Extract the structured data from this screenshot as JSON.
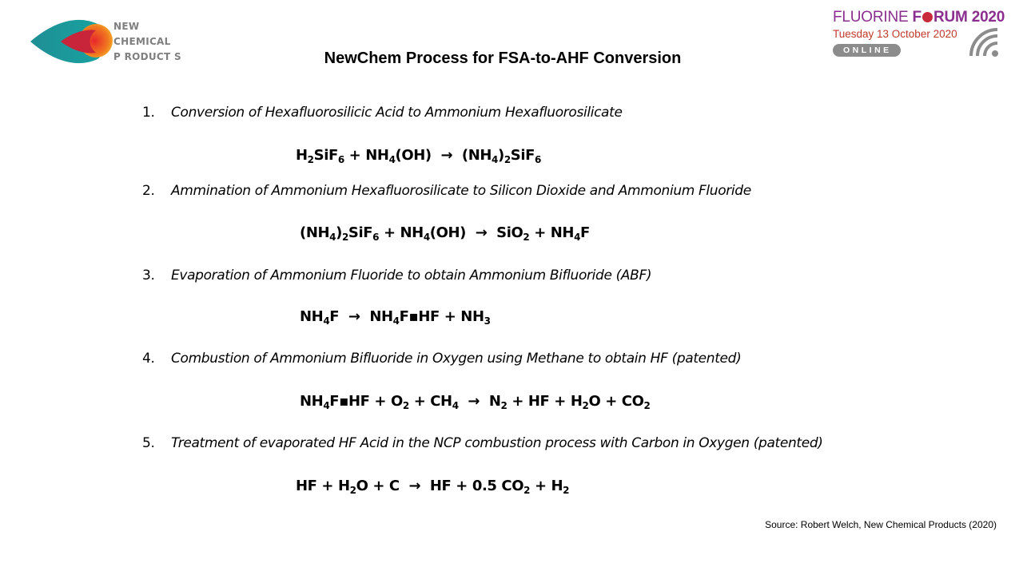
{
  "logo": {
    "lines": [
      "NEW",
      "CHEMICAL",
      "P RODUCT S"
    ]
  },
  "forum": {
    "title_part1": "FLUORINE ",
    "title_part2": "F",
    "title_part3": "RUM 2020",
    "date": "Tuesday 13 October 2020",
    "badge": "ONLINE"
  },
  "colors": {
    "teal": "#1e9b9b",
    "red": "#d62b35",
    "orange": "#f5a623",
    "purple": "#8b2f8f"
  },
  "title": "NewChem Process for FSA-to-AHF Conversion",
  "steps": [
    {
      "num": "1.",
      "text": "Conversion of Hexafluorosilicic Acid to Ammonium Hexafluorosilicate"
    },
    {
      "num": "2.",
      "text": "Ammination of Ammonium Hexafluorosilicate to Silicon Dioxide and Ammonium Fluoride"
    },
    {
      "num": "3.",
      "text": "Evaporation of Ammonium Fluoride to obtain Ammonium Bifluoride (ABF)"
    },
    {
      "num": "4.",
      "text": "Combustion of Ammonium Bifluoride in Oxygen using Methane to obtain HF (patented)"
    },
    {
      "num": "5.",
      "text": "Treatment of evaporated HF Acid in the NCP combustion process with Carbon in Oxygen (patented)"
    }
  ],
  "equations": [
    "H₂SiF₆ + NH₄(OH) → (NH₄)₂SiF₆",
    "(NH₄)₂SiF₆ + NH₄(OH) → SiO₂ + NH₄F",
    "NH₄F → NH₄F▪HF + NH₃",
    "NH₄F▪HF + O₂ + CH₄ → N₂ + HF + H₂O + CO₂",
    "HF + H₂O + C → HF + 0.5 CO₂ + H₂"
  ],
  "source": "Source: Robert Welch, New Chemical Products (2020)"
}
